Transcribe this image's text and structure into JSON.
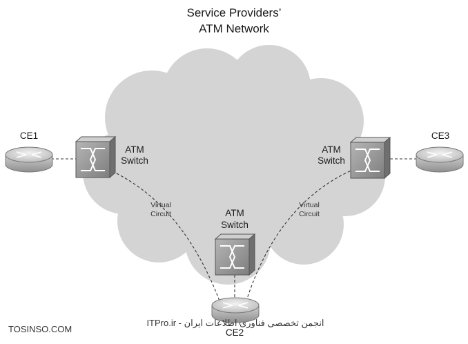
{
  "title": {
    "line1": "Service Providers’",
    "line2": "ATM Network"
  },
  "switches": {
    "left": {
      "line1": "ATM",
      "line2": "Switch"
    },
    "right": {
      "line1": "ATM",
      "line2": "Switch"
    },
    "center": {
      "line1": "ATM",
      "line2": "Switch"
    }
  },
  "routers": {
    "ce1": "CE1",
    "ce2": "CE2",
    "ce3": "CE3"
  },
  "circuits": {
    "left": {
      "line1": "Virtual",
      "line2": "Circuit"
    },
    "right": {
      "line1": "Virtual",
      "line2": "Circuit"
    }
  },
  "watermark": {
    "left": "TOSINSO.COM",
    "right": "ITPro.ir - انجمن تخصصی فناوری اطلاعات ایران"
  },
  "colors": {
    "cloud": "#d4d4d4",
    "switch": "#9a9a9a",
    "router": "#b8b8b8",
    "line": "#333333"
  }
}
